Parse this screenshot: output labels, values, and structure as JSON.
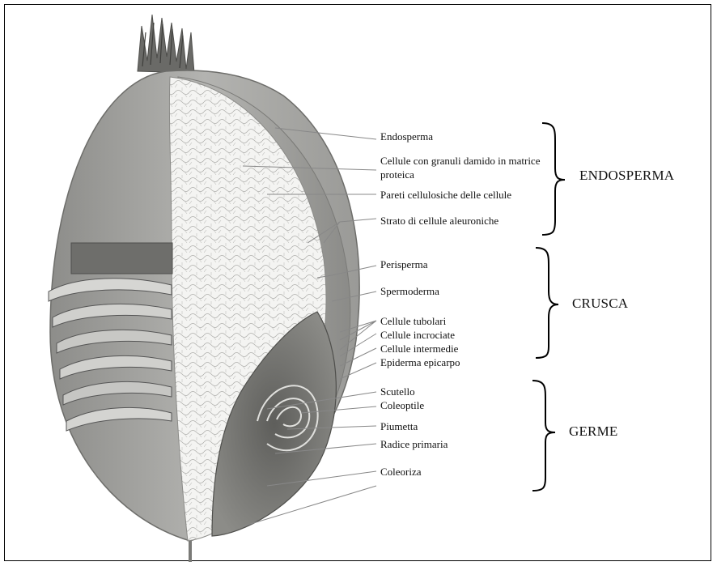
{
  "labels": [
    {
      "id": "endosperma",
      "text": "Endosperma"
    },
    {
      "id": "cellule-granuli",
      "text": "Cellule con granuli damido in matrice proteica"
    },
    {
      "id": "pareti",
      "text": "Pareti cellulosiche delle cellule"
    },
    {
      "id": "strato-aleuroniche",
      "text": "Strato di cellule aleuroniche"
    },
    {
      "id": "perisperma",
      "text": "Perisperma"
    },
    {
      "id": "spermoderma",
      "text": "Spermoderma"
    },
    {
      "id": "cellule-tubolari",
      "text": "Cellule tubolari"
    },
    {
      "id": "cellule-incrociate",
      "text": "Cellule incrociate"
    },
    {
      "id": "cellule-intermedie",
      "text": "Cellule intermedie"
    },
    {
      "id": "epiderma-epicarpo",
      "text": "Epiderma epicarpo"
    },
    {
      "id": "scutello",
      "text": "Scutello"
    },
    {
      "id": "coleoptile",
      "text": "Coleoptile"
    },
    {
      "id": "piumetta",
      "text": "Piumetta"
    },
    {
      "id": "radice-primaria",
      "text": "Radice primaria"
    },
    {
      "id": "coleoriza",
      "text": "Coleoriza"
    }
  ],
  "groups": [
    {
      "id": "endosperma-group",
      "text": "ENDOSPERMA"
    },
    {
      "id": "crusca-group",
      "text": "CRUSCA"
    },
    {
      "id": "germe-group",
      "text": "GERME"
    }
  ]
}
